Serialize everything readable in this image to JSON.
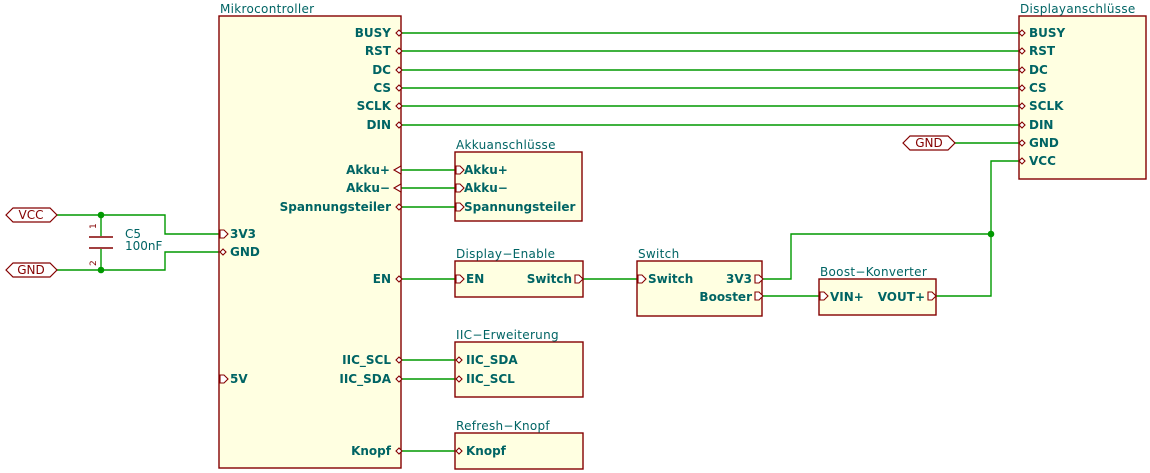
{
  "mcu": {
    "title": "Mikrocontroller",
    "pins_right": [
      "BUSY",
      "RST",
      "DC",
      "CS",
      "SCLK",
      "DIN",
      "Akku+",
      "Akku−",
      "Spannungsteiler",
      "EN",
      "IIC_SCL",
      "IIC_SDA",
      "Knopf"
    ],
    "pins_left": [
      "3V3",
      "GND",
      "5V"
    ]
  },
  "display": {
    "title": "Displayanschlüsse",
    "pins": [
      "BUSY",
      "RST",
      "DC",
      "CS",
      "SCLK",
      "DIN",
      "GND",
      "VCC"
    ]
  },
  "akku": {
    "title": "Akkuanschlüsse",
    "pins": [
      "Akku+",
      "Akku−",
      "Spannungsteiler"
    ]
  },
  "display_enable": {
    "title": "Display−Enable",
    "pin_in": "EN",
    "pin_out": "Switch"
  },
  "switch": {
    "title": "Switch",
    "pin_in": "Switch",
    "pins_out": [
      "3V3",
      "Booster"
    ]
  },
  "boost": {
    "title": "Boost−Konverter",
    "pin_in": "VIN+",
    "pin_out": "VOUT+"
  },
  "iic": {
    "title": "IIC−Erweiterung",
    "pins": [
      "IIC_SDA",
      "IIC_SCL"
    ]
  },
  "refresh": {
    "title": "Refresh−Knopf",
    "pin": "Knopf"
  },
  "power": {
    "vcc": "VCC",
    "gnd_left": "GND",
    "gnd_display": "GND"
  },
  "capacitor": {
    "ref": "C5",
    "value": "100nF",
    "pin1": "1",
    "pin2": "2"
  },
  "colors": {
    "wire": "#009900",
    "block_border": "#840000",
    "block_fill": "#ffffe1",
    "text": "#006464"
  }
}
